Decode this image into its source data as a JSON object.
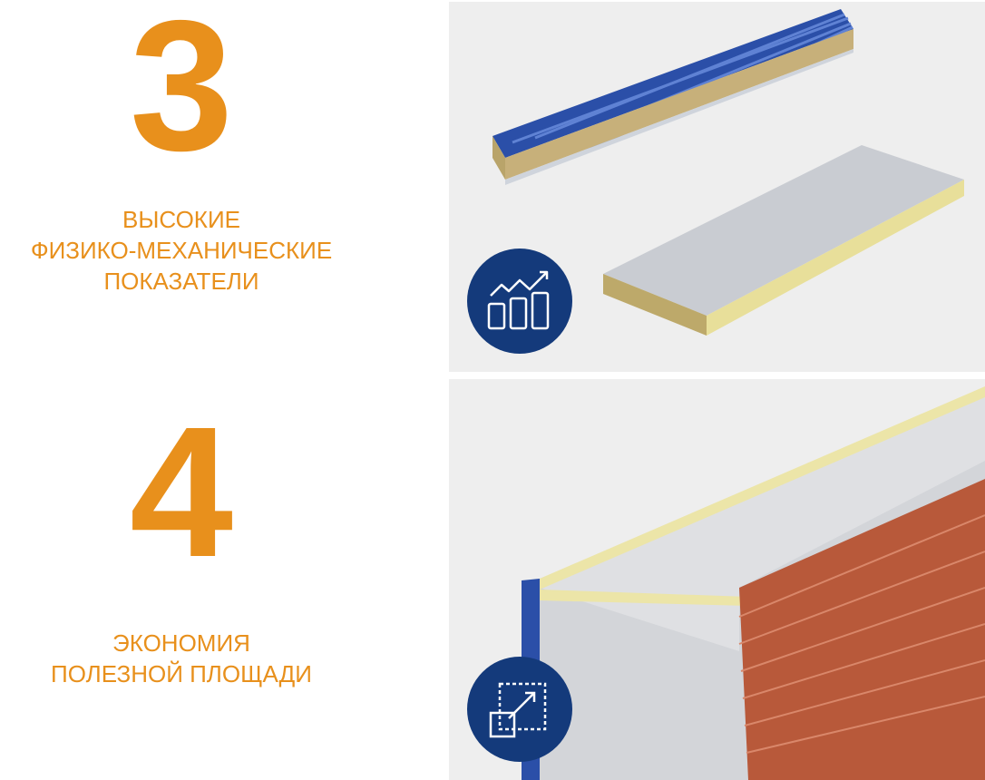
{
  "items": [
    {
      "number": "3",
      "lines": [
        "ВЫСОКИЕ",
        "ФИЗИКО-МЕХАНИЧЕСКИЕ",
        "ПОКАЗАТЕЛИ"
      ],
      "icon": "growth-chart-icon"
    },
    {
      "number": "4",
      "lines": [
        "ЭКОНОМИЯ",
        "ПОЛЕЗНОЙ ПЛОЩАДИ"
      ],
      "icon": "expand-area-icon"
    }
  ],
  "colors": {
    "accent": "#E8901C",
    "badge": "#143a7b",
    "panel_bg": "#eeeeee"
  }
}
